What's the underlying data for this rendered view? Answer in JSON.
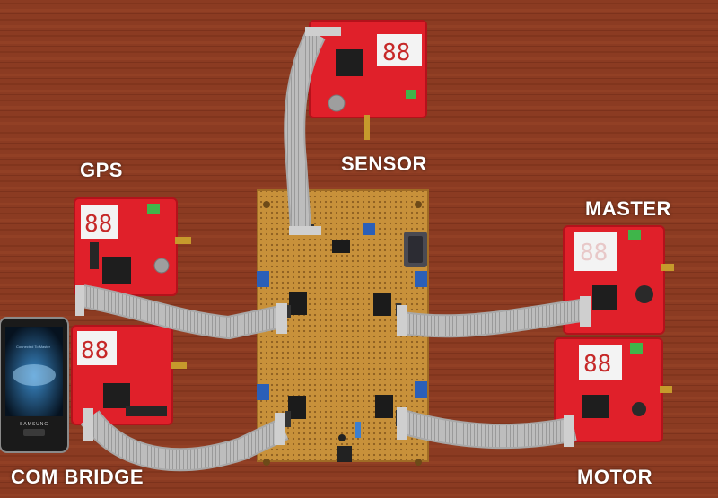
{
  "photo": {
    "labels": {
      "sensor": "SENSOR",
      "gps": "GPS",
      "master": "MASTER",
      "com_bridge": "COM BRIDGE",
      "motor": "MOTOR"
    },
    "phone": {
      "status_text": "Connected To Master",
      "brand": "SAMSUNG"
    },
    "colors": {
      "table_wood": "#8a3a22",
      "board_red": "#e0202a",
      "perfboard": "#c8913a",
      "ribbon_cable": "#b9b9b9",
      "label_text": "#ffffff"
    }
  }
}
